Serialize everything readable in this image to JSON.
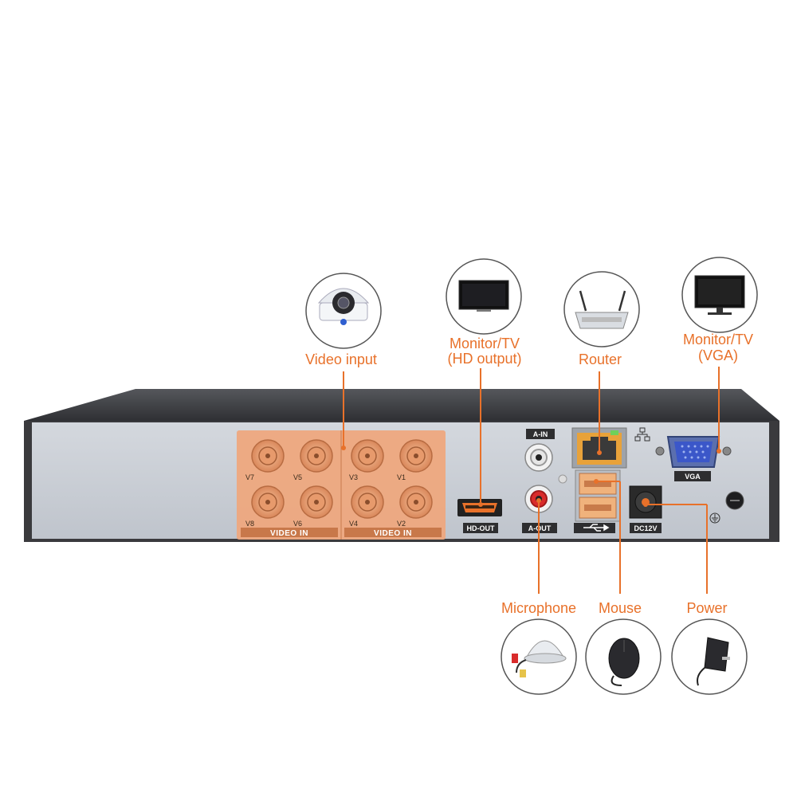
{
  "labels": {
    "video_input": "Video input",
    "monitor_hd_line1": "Monitor/TV",
    "monitor_hd_line2": "(HD output)",
    "router": "Router",
    "monitor_vga_line1": "Monitor/TV",
    "monitor_vga_line2": "(VGA)",
    "microphone": "Microphone",
    "mouse": "Mouse",
    "power": "Power"
  },
  "ports": {
    "channels": [
      "V7",
      "V5",
      "V3",
      "V1",
      "V8",
      "V6",
      "V4",
      "V2"
    ],
    "video_in": "VIDEO IN",
    "hd_out": "HD-OUT",
    "a_in": "A-IN",
    "a_out": "A-OUT",
    "vga": "VGA",
    "dc12v": "DC12V"
  },
  "colors": {
    "accent": "#e8712a",
    "panel": "#c9ced6",
    "body": "#3a3a3d"
  }
}
